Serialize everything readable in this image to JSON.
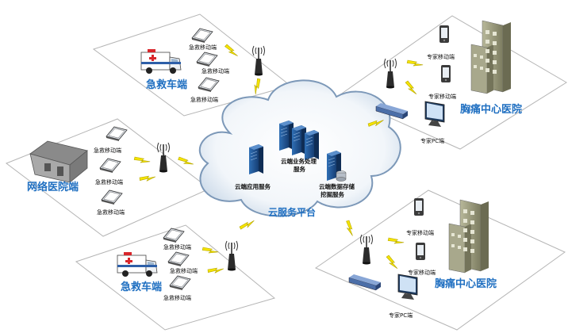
{
  "cloud": {
    "title": "云服务平台",
    "app_service": "云端应用服务",
    "biz_service_line1": "云端业务处理",
    "biz_service_line2": "服务",
    "data_service_line1": "云端数据存储",
    "data_service_line2": "挖掘服务"
  },
  "ambulance_top": {
    "title": "急救车端",
    "mobile_label": "急救移动端"
  },
  "network_hospital": {
    "title": "网络医院端",
    "mobile_label": "急救移动端"
  },
  "ambulance_bottom": {
    "title": "急救车端",
    "mobile_label": "急救移动端"
  },
  "chest_center_top": {
    "title": "胸痛中心医院",
    "mobile_label": "专家移动端",
    "pc_label": "专家PC端"
  },
  "chest_center_bottom": {
    "title": "胸痛中心医院",
    "mobile_label": "专家移动端",
    "pc_label": "专家PC端"
  },
  "colors": {
    "label_blue": "#1f6fc1",
    "bolt_yellow": "#f5e400",
    "server_blue": "#1d4f8f",
    "building_gray": "#9a9a7a"
  },
  "icons": [
    "tablet-icon",
    "phone-icon",
    "antenna-icon",
    "lightning-icon",
    "server-icon",
    "ambulance-icon",
    "building-icon",
    "house-icon",
    "monitor-icon",
    "network-switch-icon",
    "storage-icon"
  ]
}
